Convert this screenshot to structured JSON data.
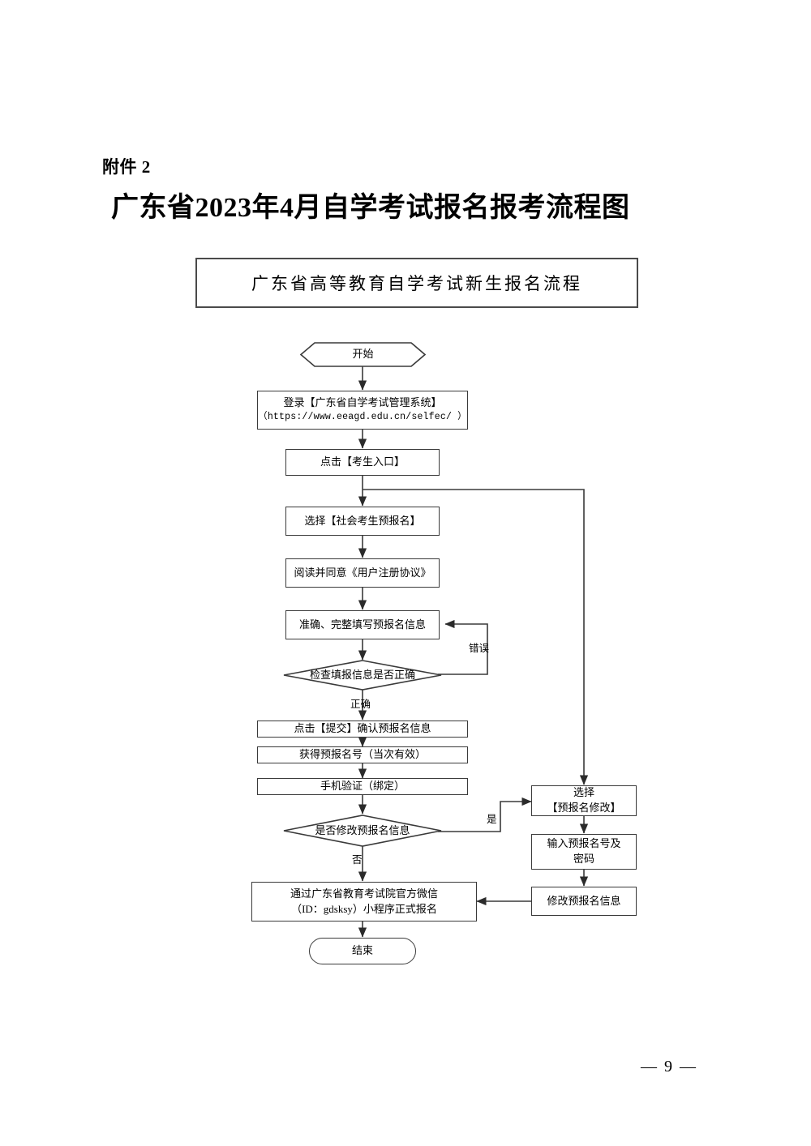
{
  "document": {
    "attachment_label": "附件 2",
    "title": "广东省2023年4月自学考试报名报考流程图",
    "page_number": "— 9 —"
  },
  "chart_header": {
    "text": "广东省高等教育自学考试新生报名流程"
  },
  "flowchart": {
    "type": "flowchart",
    "nodes": [
      {
        "id": "start",
        "shape": "hexagon",
        "text": "开始"
      },
      {
        "id": "login",
        "shape": "rect",
        "line1": "登录【广东省自学考试管理系统】",
        "line2": "（https://www.eeagd.edu.cn/selfec/ ）"
      },
      {
        "id": "entry",
        "shape": "rect",
        "text": "点击【考生入口】"
      },
      {
        "id": "pre-register",
        "shape": "rect",
        "text": "选择【社会考生预报名】"
      },
      {
        "id": "agreement",
        "shape": "rect",
        "text": "阅读并同意《用户注册协议》"
      },
      {
        "id": "fill-info",
        "shape": "rect",
        "text": "准确、完整填写预报名信息"
      },
      {
        "id": "check-info",
        "shape": "diamond",
        "text": "检查填报信息是否正确"
      },
      {
        "id": "submit",
        "shape": "rect",
        "text": "点击【提交】确认预报名信息"
      },
      {
        "id": "get-number",
        "shape": "rect",
        "text": "获得预报名号（当次有效）"
      },
      {
        "id": "phone-verify",
        "shape": "rect",
        "text": "手机验证（绑定）"
      },
      {
        "id": "modify-q",
        "shape": "diamond",
        "text": "是否修改预报名信息"
      },
      {
        "id": "select-modify",
        "shape": "rect",
        "line1": "选择",
        "line2": "【预报名修改】"
      },
      {
        "id": "input-number",
        "shape": "rect",
        "line1": "输入预报名号及",
        "line2": "密码"
      },
      {
        "id": "modify-info",
        "shape": "rect",
        "text": "修改预报名信息"
      },
      {
        "id": "wechat",
        "shape": "rect",
        "line1": "通过广东省教育考试院官方微信",
        "line2": "（ID：gdsksy）小程序正式报名"
      },
      {
        "id": "end",
        "shape": "stadium",
        "text": "结束"
      }
    ],
    "edge_labels": {
      "error": "错误",
      "correct": "正确",
      "yes": "是",
      "no": "否"
    },
    "colors": {
      "stroke": "#3a3a3a",
      "text": "#000000",
      "background": "#ffffff"
    }
  }
}
